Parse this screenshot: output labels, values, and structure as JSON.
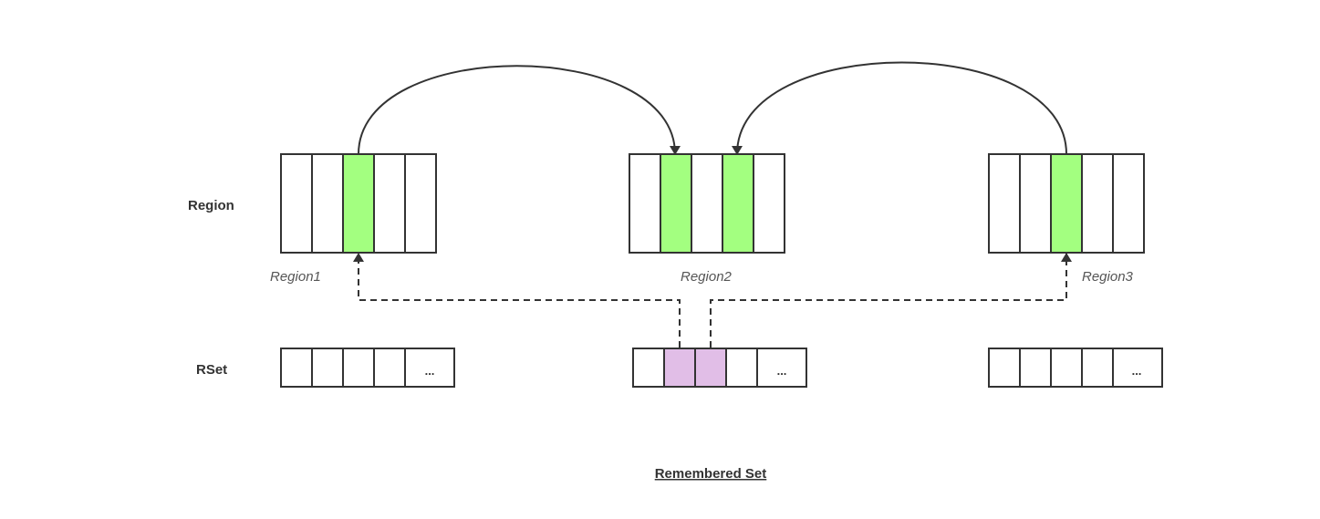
{
  "labels": {
    "region_row": "Region",
    "rset_row": "RSet",
    "caption": "Remembered Set"
  },
  "regions": [
    {
      "name": "Region1",
      "cells": [
        false,
        false,
        true,
        false,
        false
      ]
    },
    {
      "name": "Region2",
      "cells": [
        false,
        true,
        false,
        true,
        false
      ]
    },
    {
      "name": "Region3",
      "cells": [
        false,
        false,
        true,
        false,
        false
      ]
    }
  ],
  "rsets": [
    {
      "cells": [
        false,
        false,
        false,
        false
      ],
      "ellipsis": "..."
    },
    {
      "cells": [
        false,
        true,
        true,
        false
      ],
      "ellipsis": "..."
    },
    {
      "cells": [
        false,
        false,
        false,
        false
      ],
      "ellipsis": "..."
    }
  ],
  "colors": {
    "card": "#a3ff80",
    "rset_entry": "#e1bee7",
    "stroke": "#333333",
    "background": "#ffffff"
  }
}
